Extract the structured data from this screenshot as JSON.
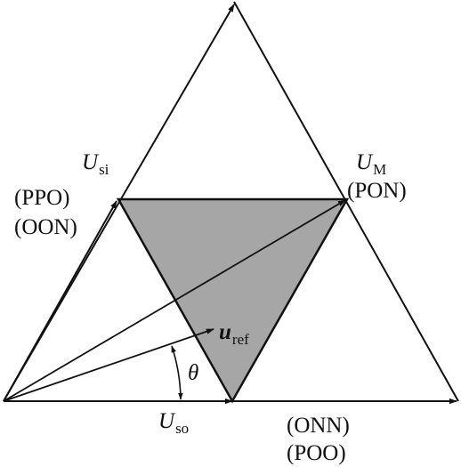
{
  "colors": {
    "stroke": "#111111",
    "shaded_region": "#a6a6a6",
    "background": "#ffffff"
  },
  "labels": {
    "u_si_main": "U",
    "u_si_sub": "si",
    "u_m_main": "U",
    "u_m_sub": "M",
    "u_m_state": "(PON)",
    "u_so_main": "U",
    "u_so_sub": "so",
    "ppo_state": "(PPO)",
    "oon_state": "(OON)",
    "onn_state": "(ONN)",
    "poo_state": "(POO)",
    "u_ref_main": "u",
    "u_ref_sub": "ref",
    "theta": "θ"
  }
}
